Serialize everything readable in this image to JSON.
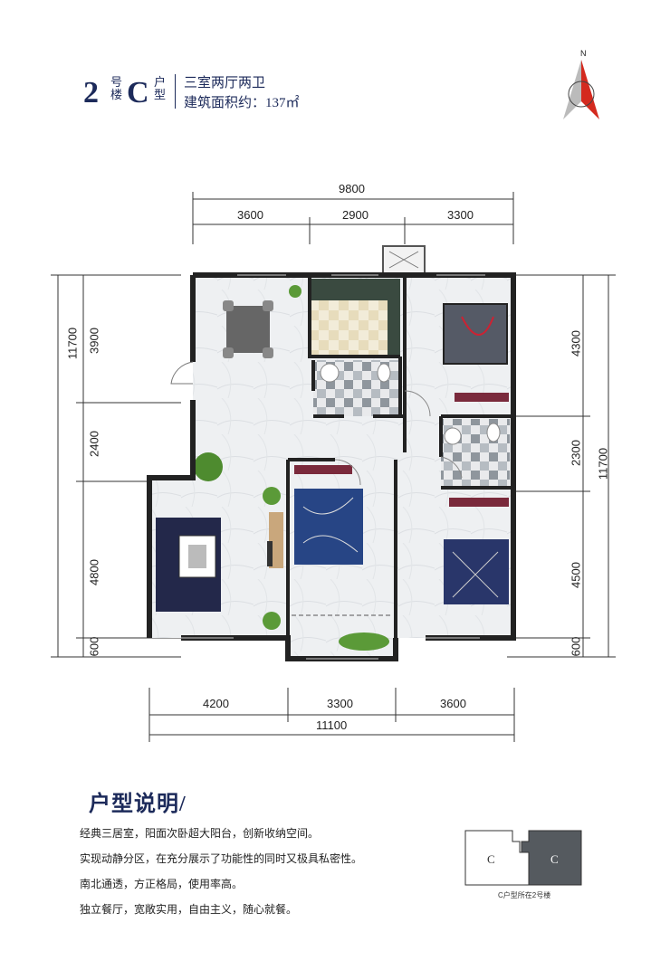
{
  "header": {
    "building_num": "2",
    "building_char": "号楼",
    "unit_letter": "C",
    "unit_char": "户型",
    "layout": "三室两厅两卫",
    "area": "建筑面积约：137㎡"
  },
  "compass": {
    "north": "N"
  },
  "dimensions": {
    "top_total": "9800",
    "top_segments": [
      "3600",
      "2900",
      "3300"
    ],
    "bottom_segments": [
      "4200",
      "3300",
      "3600"
    ],
    "bottom_total": "11100",
    "left_segments": [
      "3900",
      "2400",
      "4800",
      "600"
    ],
    "left_total": "11700",
    "right_segments": [
      "4300",
      "2300",
      "4500",
      "600"
    ],
    "right_total": "11700"
  },
  "description": {
    "title": "户型说明/",
    "lines": [
      "经典三居室，阳面次卧超大阳台，创新收纳空间。",
      "实现动静分区，在充分展示了功能性的同时又极具私密性。",
      "南北通透，方正格局，使用率高。",
      "独立餐厅，宽敞实用，自由主义，随心就餐。"
    ]
  },
  "minimap": {
    "left_label": "C",
    "right_label": "C",
    "caption": "C户型所在2号楼"
  }
}
